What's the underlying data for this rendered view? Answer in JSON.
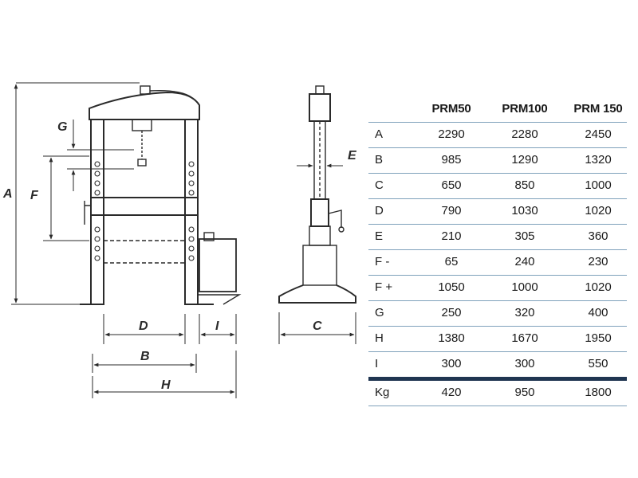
{
  "drawing": {
    "front_labels": {
      "A": "A",
      "G": "G",
      "F": "F",
      "D": "D",
      "B": "B",
      "H": "H",
      "I": "I"
    },
    "side_labels": {
      "E": "E",
      "C": "C"
    }
  },
  "table": {
    "headers": [
      "",
      "PRM50",
      "PRM100",
      "PRM 150"
    ],
    "rows": [
      {
        "label": "A",
        "values": [
          "2290",
          "2280",
          "2450"
        ]
      },
      {
        "label": "B",
        "values": [
          "985",
          "1290",
          "1320"
        ]
      },
      {
        "label": "C",
        "values": [
          "650",
          "850",
          "1000"
        ]
      },
      {
        "label": "D",
        "values": [
          "790",
          "1030",
          "1020"
        ]
      },
      {
        "label": "E",
        "values": [
          "210",
          "305",
          "360"
        ]
      },
      {
        "label": "F -",
        "values": [
          "65",
          "240",
          "230"
        ]
      },
      {
        "label": "F +",
        "values": [
          "1050",
          "1000",
          "1020"
        ]
      },
      {
        "label": "G",
        "values": [
          "250",
          "320",
          "400"
        ]
      },
      {
        "label": "H",
        "values": [
          "1380",
          "1670",
          "1950"
        ]
      },
      {
        "label": "I",
        "values": [
          "300",
          "300",
          "550"
        ]
      },
      {
        "label": "Kg",
        "values": [
          "420",
          "950",
          "1800"
        ]
      }
    ]
  }
}
